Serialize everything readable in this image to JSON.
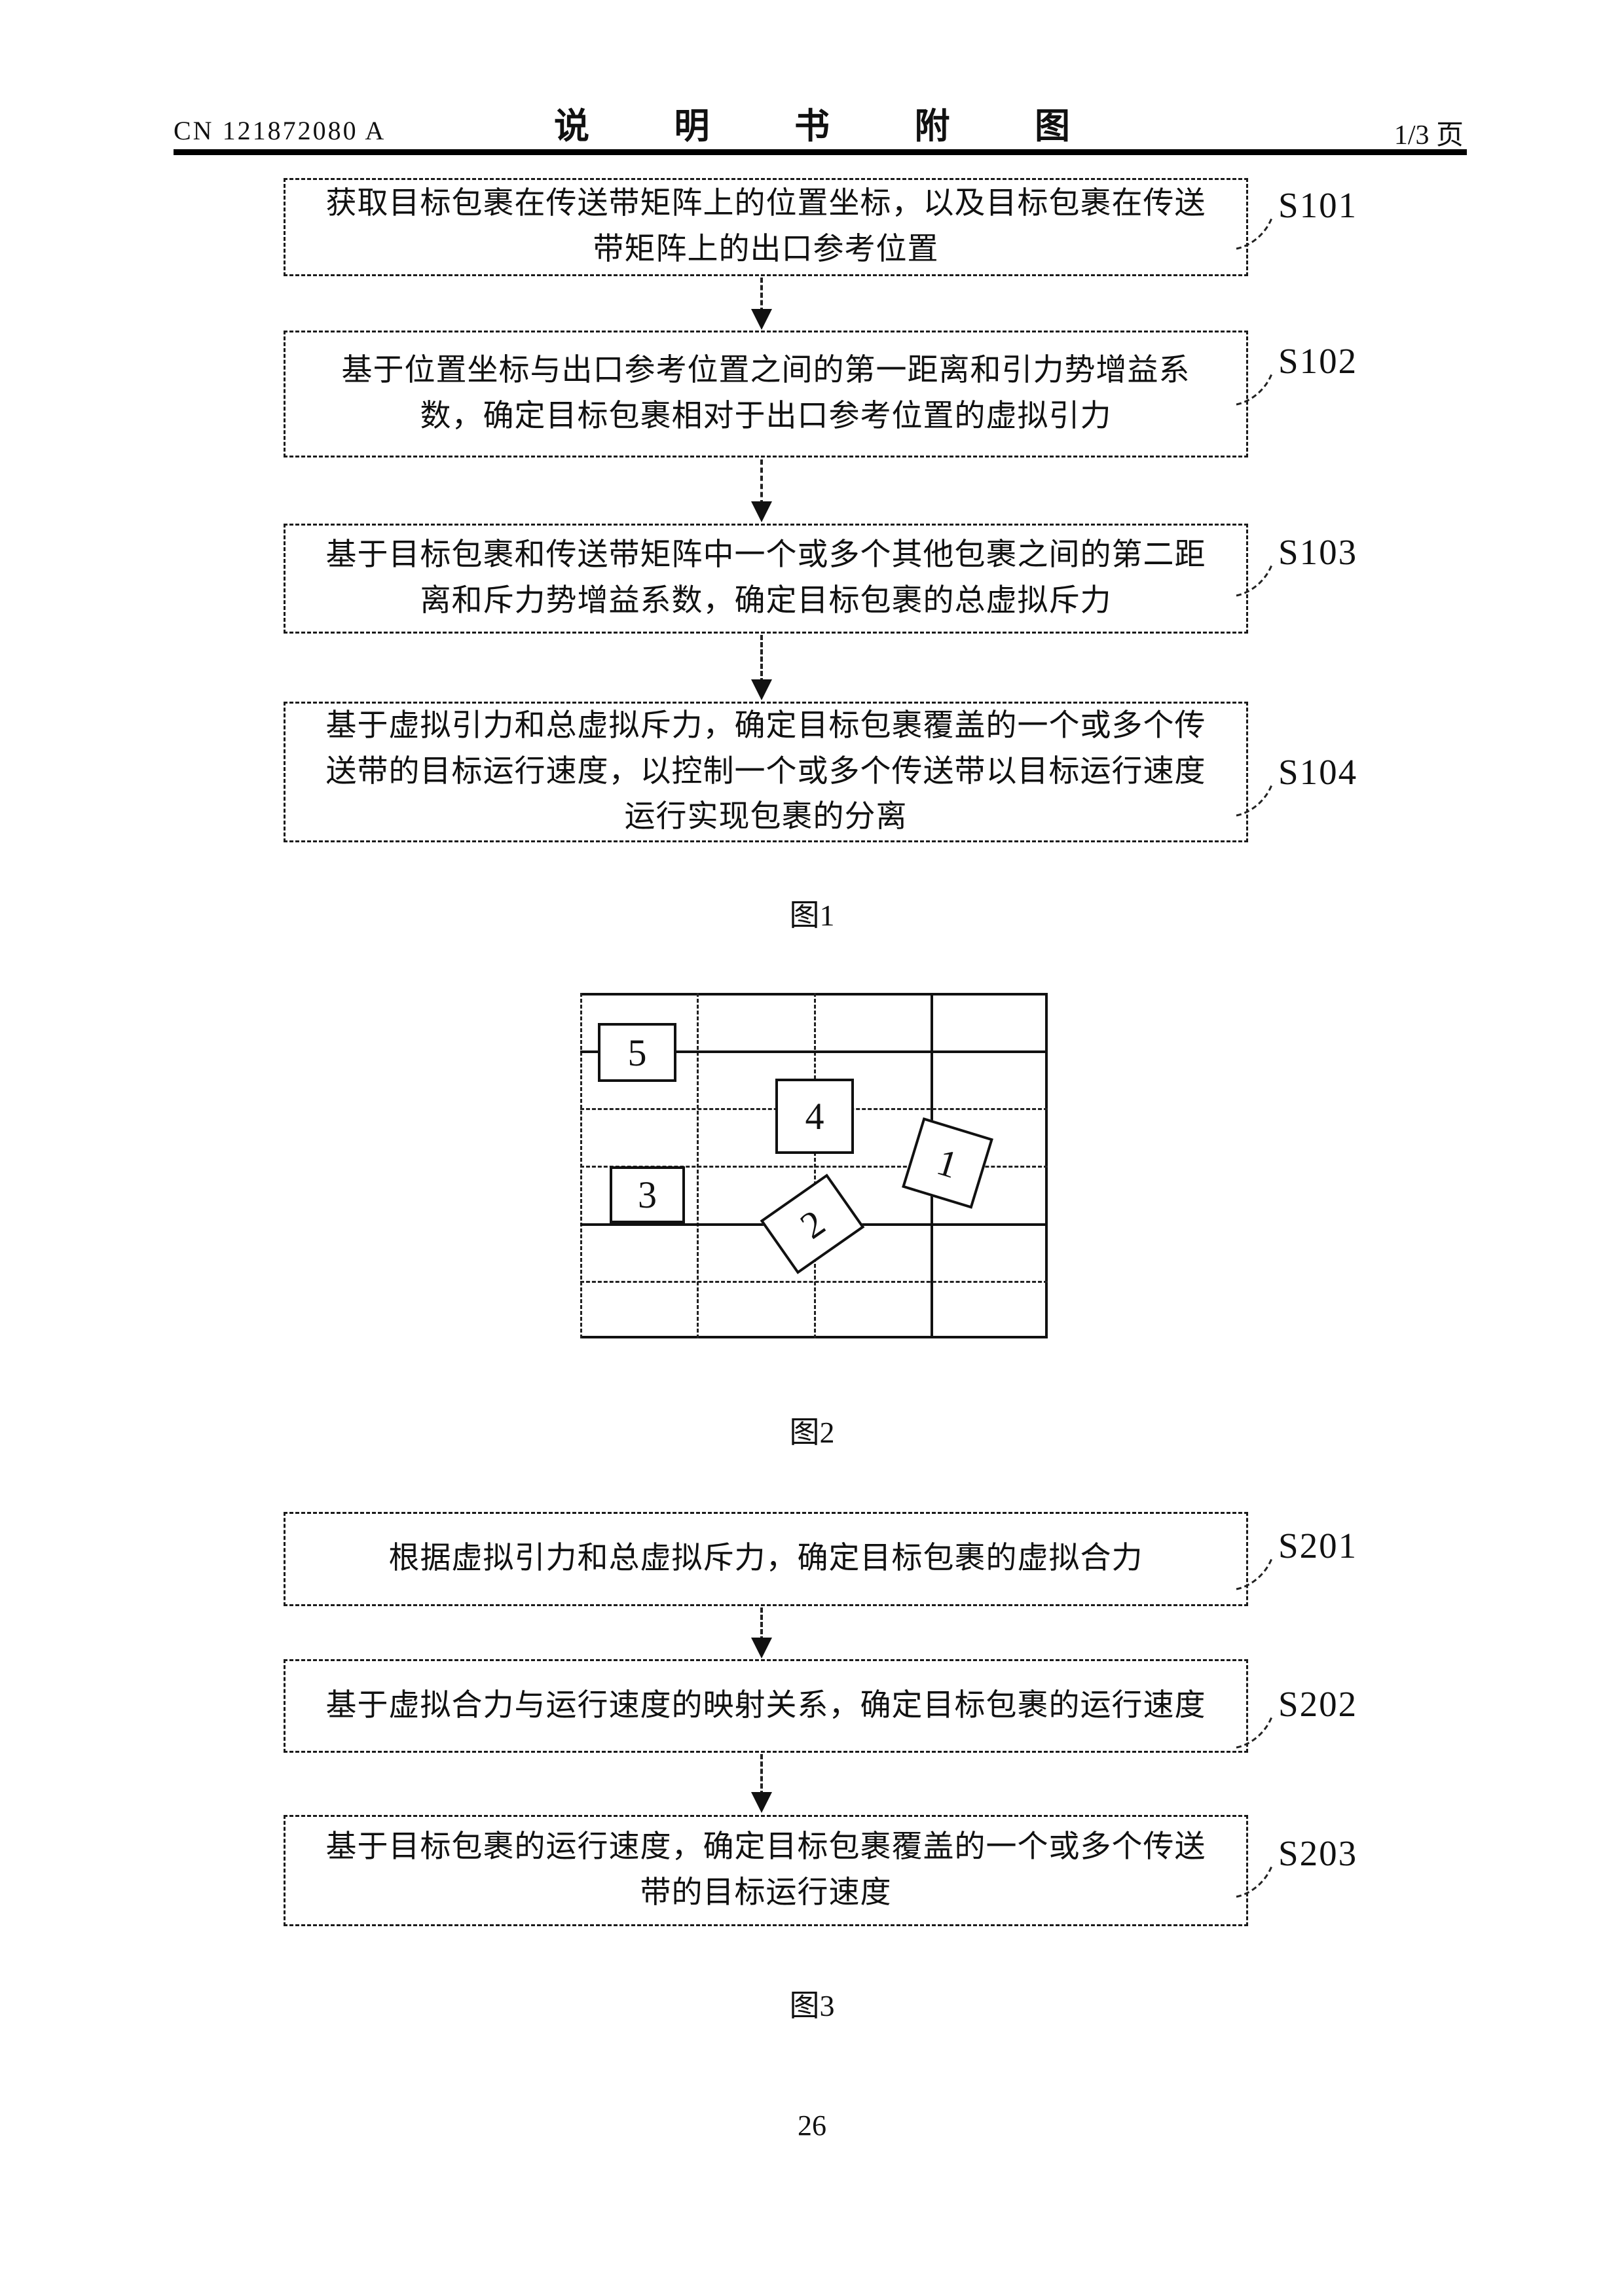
{
  "header": {
    "doc_number": "CN 121872080 A",
    "title": "说 明 书 附 图",
    "page_indicator": "1/3 页"
  },
  "figure1": {
    "caption": "图1",
    "steps": [
      {
        "id": "S101",
        "text": "获取目标包裹在传送带矩阵上的位置坐标，以及目标包裹在传送带矩阵上的出口参考位置"
      },
      {
        "id": "S102",
        "text": "基于位置坐标与出口参考位置之间的第一距离和引力势增益系数，确定目标包裹相对于出口参考位置的虚拟引力"
      },
      {
        "id": "S103",
        "text": "基于目标包裹和传送带矩阵中一个或多个其他包裹之间的第二距离和斥力势增益系数，确定目标包裹的总虚拟斥力"
      },
      {
        "id": "S104",
        "text": "基于虚拟引力和总虚拟斥力，确定目标包裹覆盖的一个或多个传送带的目标运行速度，以控制一个或多个传送带以目标运行速度运行实现包裹的分离"
      }
    ]
  },
  "figure2": {
    "caption": "图2",
    "packages": [
      {
        "label": "1"
      },
      {
        "label": "2"
      },
      {
        "label": "3"
      },
      {
        "label": "4"
      },
      {
        "label": "5"
      }
    ]
  },
  "figure3": {
    "caption": "图3",
    "steps": [
      {
        "id": "S201",
        "text": "根据虚拟引力和总虚拟斥力，确定目标包裹的虚拟合力"
      },
      {
        "id": "S202",
        "text": "基于虚拟合力与运行速度的映射关系，确定目标包裹的运行速度"
      },
      {
        "id": "S203",
        "text": "基于目标包裹的运行速度，确定目标包裹覆盖的一个或多个传送带的目标运行速度"
      }
    ]
  },
  "footer": {
    "page_number": "26"
  }
}
